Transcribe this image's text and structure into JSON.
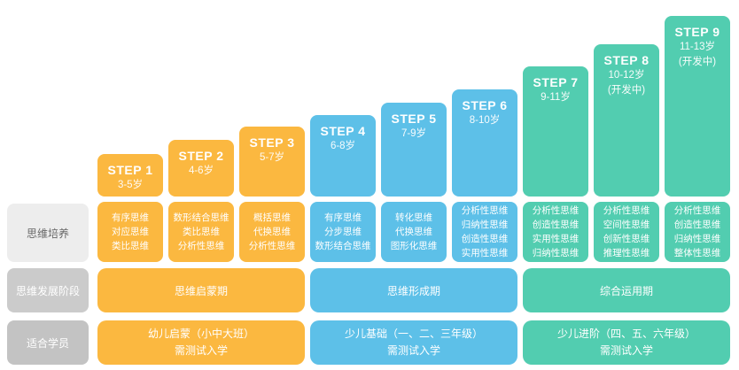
{
  "palette": {
    "orange": "#FBB840",
    "blue": "#5DC0E8",
    "teal": "#52CDB0",
    "label_bg_light": "#EDEDED",
    "label_bg_mid": "#CBCBCB",
    "label_bg_dark": "#C3C3C3",
    "label_text_dark": "#666666",
    "text_on_color": "#FFFFFF"
  },
  "row_labels": [
    {
      "label": "思维培养"
    },
    {
      "label": "思维发展阶段"
    },
    {
      "label": "适合学员"
    }
  ],
  "steps": [
    {
      "title": "STEP 1",
      "age": "3-5岁",
      "note": "",
      "group": "orange",
      "skills": [
        "有序思维",
        "对应思维",
        "类比思维"
      ]
    },
    {
      "title": "STEP 2",
      "age": "4-6岁",
      "note": "",
      "group": "orange",
      "skills": [
        "数形结合思维",
        "类比思维",
        "分析性思维"
      ]
    },
    {
      "title": "STEP 3",
      "age": "5-7岁",
      "note": "",
      "group": "orange",
      "skills": [
        "概括思维",
        "代换思维",
        "分析性思维"
      ]
    },
    {
      "title": "STEP 4",
      "age": "6-8岁",
      "note": "",
      "group": "blue",
      "skills": [
        "有序思维",
        "分步思维",
        "数形结合思维"
      ]
    },
    {
      "title": "STEP 5",
      "age": "7-9岁",
      "note": "",
      "group": "blue",
      "skills": [
        "转化思维",
        "代换思维",
        "图形化思维"
      ]
    },
    {
      "title": "STEP 6",
      "age": "8-10岁",
      "note": "",
      "group": "blue",
      "skills": [
        "分析性思维",
        "归纳性思维",
        "创造性思维",
        "实用性思维"
      ]
    },
    {
      "title": "STEP 7",
      "age": "9-11岁",
      "note": "",
      "group": "teal",
      "skills": [
        "分析性思维",
        "创造性思维",
        "实用性思维",
        "归纳性思维"
      ]
    },
    {
      "title": "STEP 8",
      "age": "10-12岁",
      "note": "(开发中)",
      "group": "teal",
      "skills": [
        "分析性思维",
        "空间性思维",
        "创新性思维",
        "推理性思维"
      ]
    },
    {
      "title": "STEP 9",
      "age": "11-13岁",
      "note": "(开发中)",
      "group": "teal",
      "skills": [
        "分析性思维",
        "创造性思维",
        "归纳性思维",
        "整体性思维"
      ]
    }
  ],
  "stages": [
    {
      "label": "思维启蒙期",
      "group": "orange"
    },
    {
      "label": "思维形成期",
      "group": "blue"
    },
    {
      "label": "综合运用期",
      "group": "teal"
    }
  ],
  "students": [
    {
      "line1": "幼儿启蒙（小中大班）",
      "line2": "需测试入学",
      "group": "orange"
    },
    {
      "line1": "少儿基础（一、二、三年级）",
      "line2": "需测试入学",
      "group": "blue"
    },
    {
      "line1": "少儿进阶（四、五、六年级）",
      "line2": "需测试入学",
      "group": "teal"
    }
  ]
}
